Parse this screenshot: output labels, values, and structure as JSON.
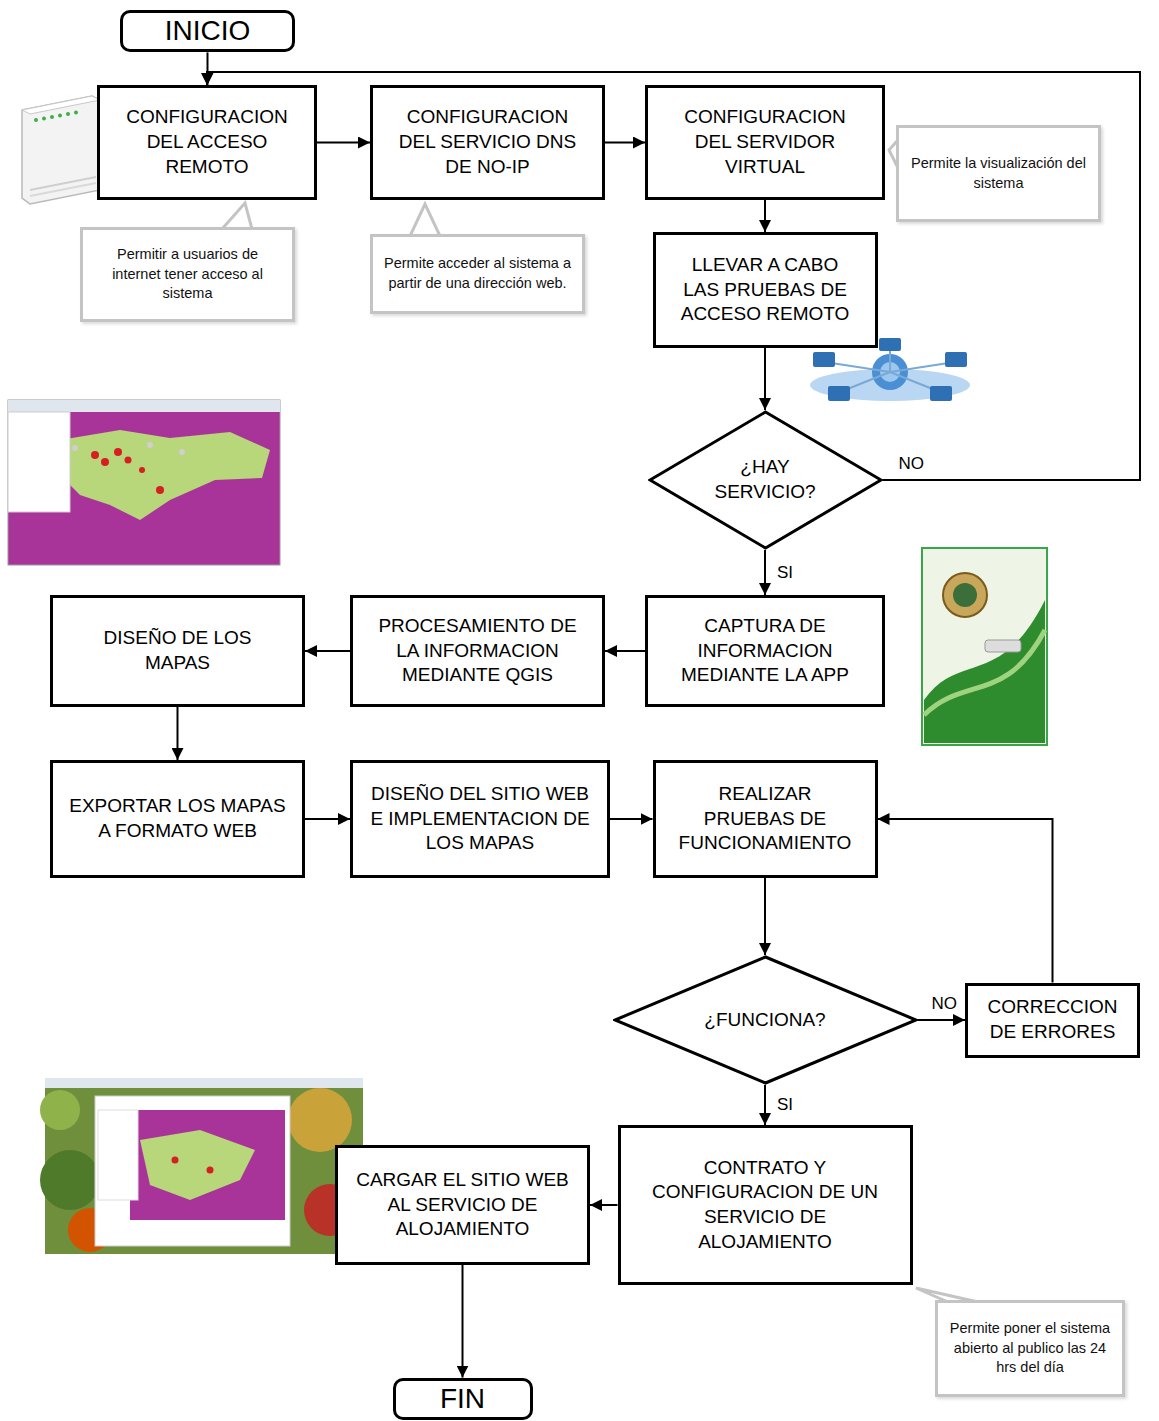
{
  "diagram": {
    "nodes": [
      {
        "text": [
          "INICIO"
        ]
      },
      {
        "text": [
          "CONFIGURACION DEL ACCESO REMOTO"
        ]
      },
      {
        "text": [
          "CONFIGURACION DEL SERVICIO DNS DE NO-IP"
        ]
      },
      {
        "text": [
          "CONFIGURACION DEL SERVIDOR VIRTUAL"
        ]
      },
      {
        "text": [
          "LLEVAR A CABO LAS PRUEBAS DE ACCESO REMOTO"
        ]
      },
      {
        "text": [
          "¿HAY SERVICIO?"
        ]
      },
      {
        "text": [
          "CAPTURA DE INFORMACION MEDIANTE LA APP"
        ]
      },
      {
        "text": [
          "PROCESAMIENTO DE LA INFORMACION MEDIANTE QGIS"
        ]
      },
      {
        "text": [
          "DISEÑO DE LOS MAPAS"
        ]
      },
      {
        "text": [
          "EXPORTAR LOS MAPAS A FORMATO WEB"
        ]
      },
      {
        "text": [
          "DISEÑO DEL SITIO WEB E IMPLEMENTACION DE LOS MAPAS"
        ]
      },
      {
        "text": [
          "REALIZAR PRUEBAS DE FUNCIONAMIENTO"
        ]
      },
      {
        "text": [
          "¿FUNCIONA?"
        ]
      },
      {
        "text": [
          "CORRECCION DE ERRORES"
        ]
      },
      {
        "text": [
          "CONTRATO Y CONFIGURACION DE UN SERVICIO DE ALOJAMIENTO"
        ]
      },
      {
        "text": [
          "CARGAR EL SITIO WEB AL SERVICIO DE ALOJAMIENTO"
        ]
      },
      {
        "text": [
          "FIN"
        ]
      },
      {
        "text": [
          "Permitir a usuarios de internet tener acceso al sistema"
        ]
      },
      {
        "text": [
          "Permite acceder al sistema a partir de una dirección web."
        ]
      },
      {
        "text": [
          "Permite la visualización del sistema"
        ]
      },
      {
        "text": [
          "Permite poner el sistema abierto al publico las 24 hrs del día"
        ]
      }
    ],
    "edges": [
      {
        "from": 0,
        "to": 1,
        "arrow": "to"
      },
      {
        "from": 1,
        "to": 2,
        "arrow": "to"
      },
      {
        "from": 2,
        "to": 3,
        "arrow": "to"
      },
      {
        "from": 3,
        "to": 4,
        "arrow": "to"
      },
      {
        "from": 4,
        "to": 5,
        "arrow": "to"
      },
      {
        "from": 5,
        "to": 1,
        "label": "NO",
        "arrow": "to"
      },
      {
        "from": 5,
        "to": 6,
        "label": "SI",
        "arrow": "to"
      },
      {
        "from": 6,
        "to": 7,
        "arrow": "to"
      },
      {
        "from": 7,
        "to": 8,
        "arrow": "to"
      },
      {
        "from": 8,
        "to": 9,
        "arrow": "to"
      },
      {
        "from": 9,
        "to": 10,
        "arrow": "to"
      },
      {
        "from": 10,
        "to": 11,
        "arrow": "to"
      },
      {
        "from": 11,
        "to": 12,
        "arrow": "to"
      },
      {
        "from": 12,
        "to": 13,
        "label": "NO",
        "arrow": "to"
      },
      {
        "from": 13,
        "to": 11,
        "arrow": "to"
      },
      {
        "from": 12,
        "to": 14,
        "label": "SI",
        "arrow": "to"
      },
      {
        "from": 14,
        "to": 15,
        "arrow": "to"
      },
      {
        "from": 15,
        "to": 16,
        "arrow": "to"
      }
    ]
  }
}
